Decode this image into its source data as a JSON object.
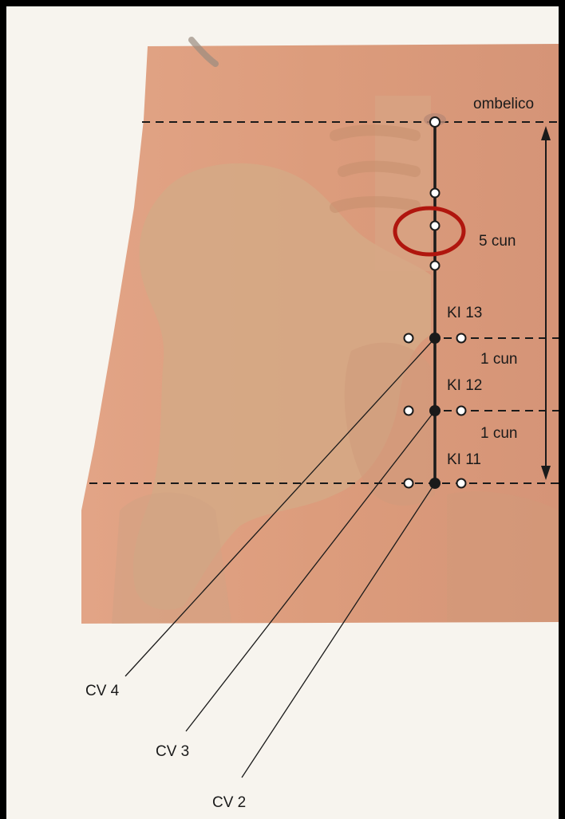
{
  "labels": {
    "umbilicus": "ombelico",
    "span_5": "5 cun",
    "span_1a": "1 cun",
    "span_1b": "1 cun",
    "ki13": "KI 13",
    "ki12": "KI 12",
    "ki11": "KI 11",
    "cv4": "CV 4",
    "cv3": "CV 3",
    "cv2": "CV 2"
  },
  "colors": {
    "skin": "#d99b7a",
    "pelvis": "#d4a882",
    "background": "#f7f4ee",
    "frame": "#000000",
    "highlight": "#b0160e",
    "ink": "#1a1a1a"
  }
}
